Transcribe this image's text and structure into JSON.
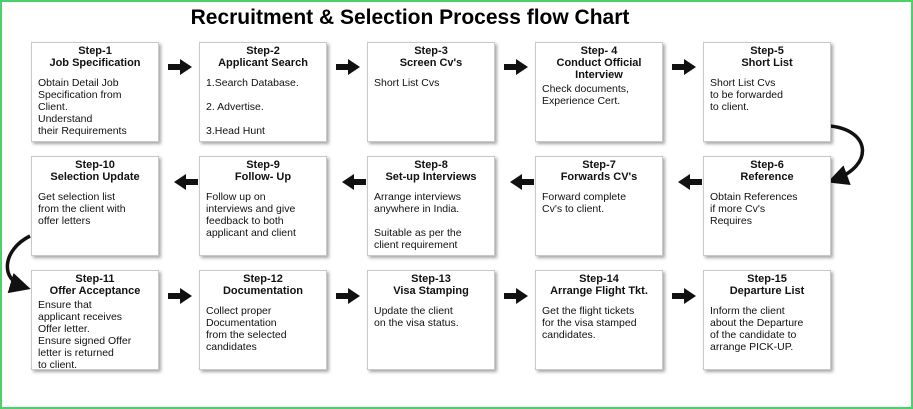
{
  "title": "Recruitment & Selection Process flow Chart",
  "colors": {
    "border": "#4bd06a",
    "arrow": "#111111"
  },
  "steps": [
    {
      "head": "Step-1",
      "title": "Job Specification",
      "body": "Obtain Detail Job\n Specification from\n Client.\nUnderstand\ntheir Requirements"
    },
    {
      "head": "Step-2",
      "title": "Applicant Search",
      "body": "1.Search Database.\n\n2. Advertise.\n\n3.Head Hunt"
    },
    {
      "head": "Step-3",
      "title": "Screen Cv's",
      "body": "Short List Cvs"
    },
    {
      "head": "Step- 4",
      "title": "Conduct Official\nInterview",
      "body": "Check documents,\nExperience Cert."
    },
    {
      "head": "Step-5",
      "title": "Short List",
      "body": "Short List Cvs\nto be forwarded\nto client."
    },
    {
      "head": "Step-6",
      "title": "Reference",
      "body": "Obtain References\nif more Cv's\nRequires"
    },
    {
      "head": "Step-7",
      "title": "Forwards CV's",
      "body": "Forward complete\nCv's to client."
    },
    {
      "head": "Step-8",
      "title": "Set-up Interviews",
      "body": "Arrange interviews\nanywhere in India.\n\nSuitable as per the\nclient requirement"
    },
    {
      "head": "Step-9",
      "title": "Follow- Up",
      "body": "Follow up on\ninterviews and give\nfeedback to both\napplicant and client"
    },
    {
      "head": "Step-10",
      "title": "Selection Update",
      "body": "Get selection list\nfrom the client with\noffer letters"
    },
    {
      "head": "Step-11",
      "title": "Offer Acceptance",
      "body": "Ensure that\napplicant receives\nOffer letter.\nEnsure signed Offer\nletter is returned\nto client."
    },
    {
      "head": "Step-12",
      "title": "Documentation",
      "body": "Collect proper\nDocumentation\nfrom the selected\ncandidates"
    },
    {
      "head": "Step-13",
      "title": "Visa Stamping",
      "body": "Update the client\non the visa status."
    },
    {
      "head": "Step-14",
      "title": "Arrange Flight Tkt.",
      "body": "Get the flight tickets\nfor the visa stamped\ncandidates."
    },
    {
      "head": "Step-15",
      "title": "Departure List",
      "body": "Inform the client\nabout the Departure\nof the candidate to\narrange PICK-UP."
    }
  ]
}
